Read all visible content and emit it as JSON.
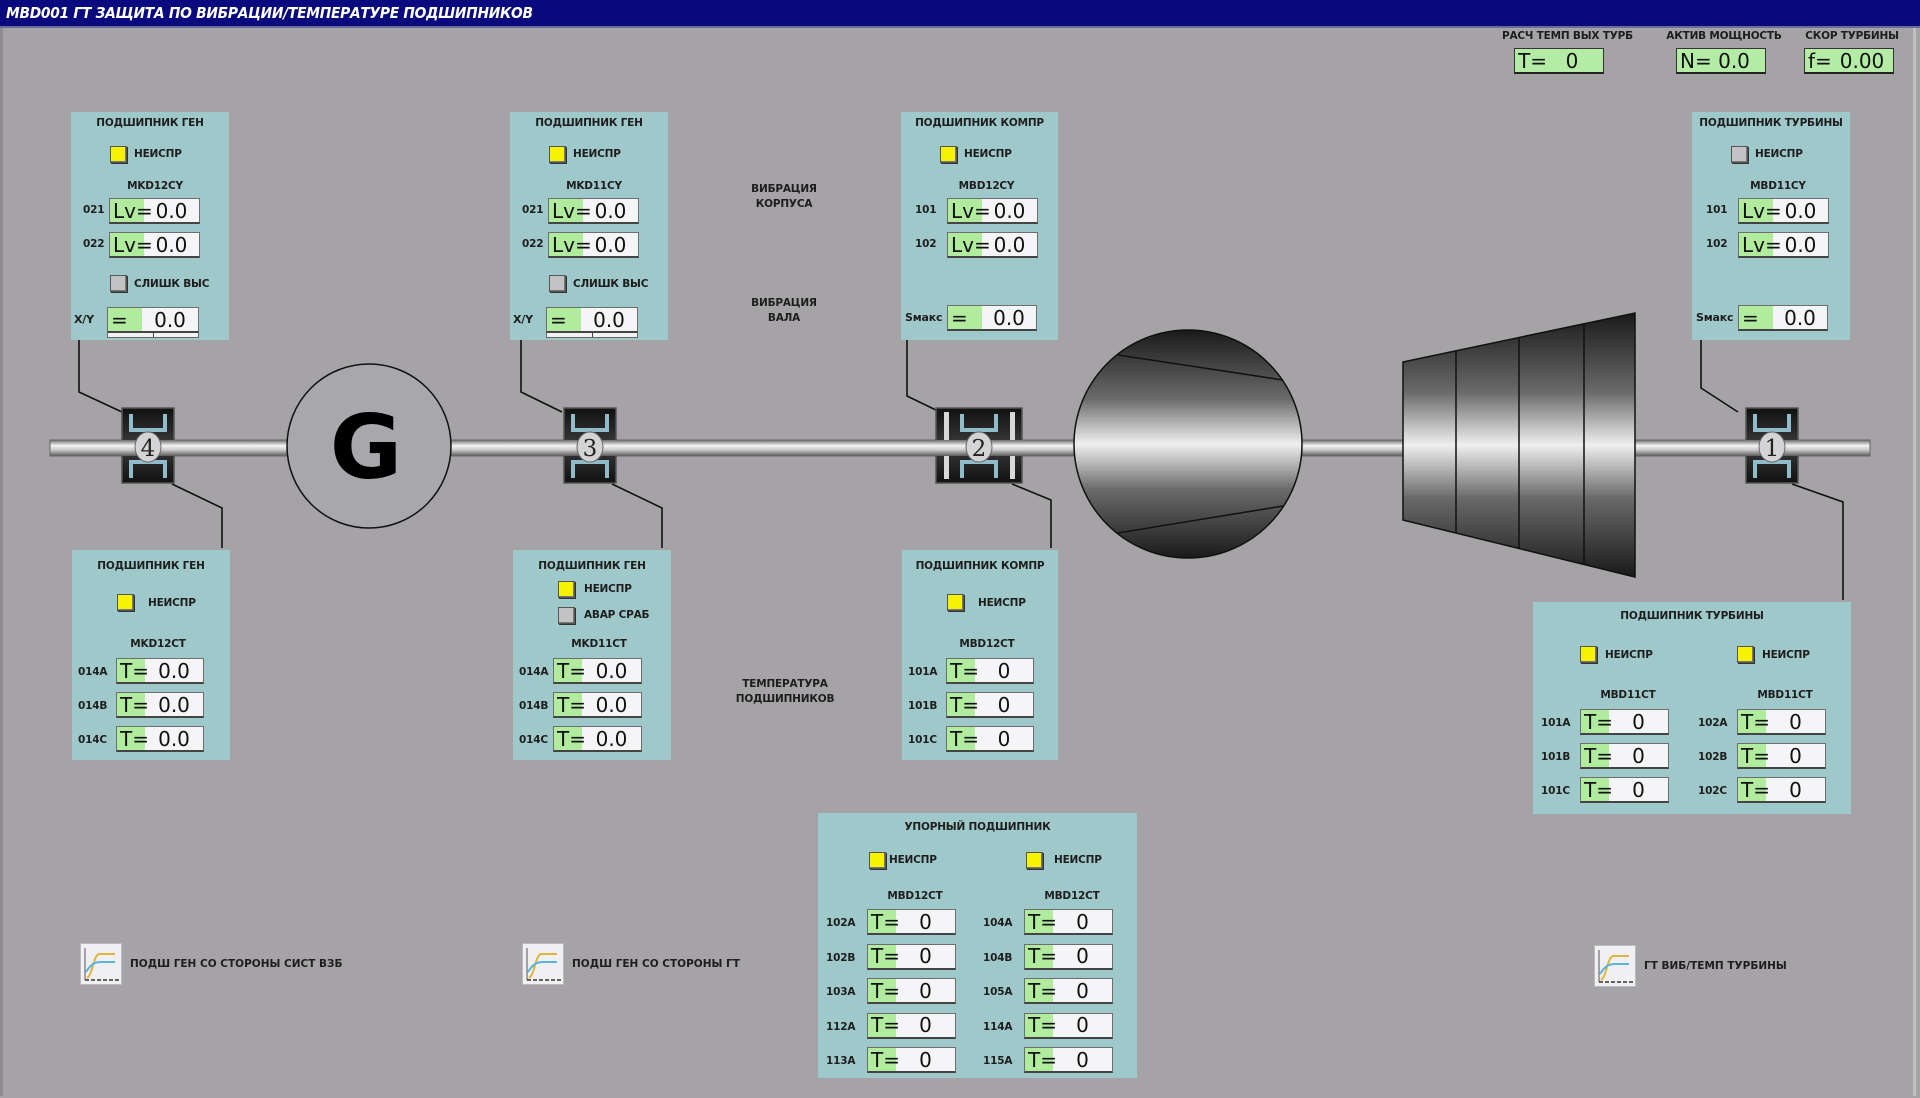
{
  "window": {
    "title": "MBD001  ГТ ЗАЩИТА ПО ВИБРАЦИИ/ТЕМПЕРАТУРЕ ПОДШИПНИКОВ"
  },
  "colors": {
    "title_bg": "#0a0a7e",
    "background": "#a5a3a6",
    "panel": "#9fc8cb",
    "fault_yellow": "#f6f300",
    "inactive_gray": "#c3c2c4",
    "value_green": "#b1ec9e"
  },
  "header_readouts": [
    {
      "label": "РАСЧ ТЕМП ВЫХ ТУРБ",
      "prefix": "T=",
      "value": "0"
    },
    {
      "label": "АКТИВ МОЩНОСТЬ",
      "prefix": "N=",
      "value": "0.0"
    },
    {
      "label": "СКОР ТУРБИНЫ",
      "prefix": "f=",
      "value": "0.00"
    }
  ],
  "section_labels": {
    "casing_vibration": [
      "ВИБРАЦИЯ",
      "КОРПУСА"
    ],
    "shaft_vibration": [
      "ВИБРАЦИЯ",
      "ВАЛА"
    ],
    "bearing_temperature": [
      "ТЕМПЕРАТУРА",
      "ПОДШИПНИКОВ"
    ]
  },
  "machine": {
    "generator_label": "G",
    "bearing_numbers": [
      "4",
      "3",
      "2",
      "1"
    ]
  },
  "vib_panels": [
    {
      "title": "ПОДШИПНИК ГЕН",
      "fault": {
        "label": "НЕИСПР",
        "state": "yellow"
      },
      "device": "MKD12CY",
      "rows": [
        {
          "tag": "021",
          "prefix": "Lv=",
          "value": "0.0"
        },
        {
          "tag": "022",
          "prefix": "Lv=",
          "value": "0.0"
        }
      ],
      "high": {
        "label": "СЛИШК ВЫС",
        "state": "gray"
      },
      "extra": {
        "tag": "X/Y",
        "prefix": "=",
        "value": "0.0"
      }
    },
    {
      "title": "ПОДШИПНИК ГЕН",
      "fault": {
        "label": "НЕИСПР",
        "state": "yellow"
      },
      "device": "MKD11CY",
      "rows": [
        {
          "tag": "021",
          "prefix": "Lv=",
          "value": "0.0"
        },
        {
          "tag": "022",
          "prefix": "Lv=",
          "value": "0.0"
        }
      ],
      "high": {
        "label": "СЛИШК ВЫС",
        "state": "gray"
      },
      "extra": {
        "tag": "X/Y",
        "prefix": "=",
        "value": "0.0"
      }
    },
    {
      "title": "ПОДШИПНИК КОМПР",
      "fault": {
        "label": "НЕИСПР",
        "state": "yellow"
      },
      "device": "MBD12CY",
      "rows": [
        {
          "tag": "101",
          "prefix": "Lv=",
          "value": "0.0"
        },
        {
          "tag": "102",
          "prefix": "Lv=",
          "value": "0.0"
        }
      ],
      "extra": {
        "tag": "Sмакс",
        "prefix": "=",
        "value": "0.0"
      }
    },
    {
      "title": "ПОДШИПНИК ТУРБИНЫ",
      "fault": {
        "label": "НЕИСПР",
        "state": "gray"
      },
      "device": "MBD11CY",
      "rows": [
        {
          "tag": "101",
          "prefix": "Lv=",
          "value": "0.0"
        },
        {
          "tag": "102",
          "prefix": "Lv=",
          "value": "0.0"
        }
      ],
      "extra": {
        "tag": "Sмакс",
        "prefix": "=",
        "value": "0.0"
      }
    }
  ],
  "temp_panels": [
    {
      "title": "ПОДШИПНИК ГЕН",
      "fault": {
        "label": "НЕИСПР",
        "state": "yellow"
      },
      "device": "MKD12CT",
      "rows": [
        {
          "tag": "014A",
          "prefix": "T=",
          "value": "0.0"
        },
        {
          "tag": "014B",
          "prefix": "T=",
          "value": "0.0"
        },
        {
          "tag": "014C",
          "prefix": "T=",
          "value": "0.0"
        }
      ]
    },
    {
      "title": "ПОДШИПНИК ГЕН",
      "fault": {
        "label": "НЕИСПР",
        "state": "yellow"
      },
      "trip": {
        "label": "АВАР СРАБ",
        "state": "gray"
      },
      "device": "MKD11CT",
      "rows": [
        {
          "tag": "014A",
          "prefix": "T=",
          "value": "0.0"
        },
        {
          "tag": "014B",
          "prefix": "T=",
          "value": "0.0"
        },
        {
          "tag": "014C",
          "prefix": "T=",
          "value": "0.0"
        }
      ]
    },
    {
      "title": "ПОДШИПНИК КОМПР",
      "fault": {
        "label": "НЕИСПР",
        "state": "yellow"
      },
      "device": "MBD12CT",
      "rows": [
        {
          "tag": "101A",
          "prefix": "T=",
          "value": "0"
        },
        {
          "tag": "101B",
          "prefix": "T=",
          "value": "0"
        },
        {
          "tag": "101C",
          "prefix": "T=",
          "value": "0"
        }
      ]
    }
  ],
  "turbine_temp_panel": {
    "title": "ПОДШИПНИК ТУРБИНЫ",
    "columns": [
      {
        "fault": {
          "label": "НЕИСПР",
          "state": "yellow"
        },
        "device": "MBD11CT",
        "rows": [
          {
            "tag": "101A",
            "prefix": "T=",
            "value": "0"
          },
          {
            "tag": "101B",
            "prefix": "T=",
            "value": "0"
          },
          {
            "tag": "101C",
            "prefix": "T=",
            "value": "0"
          }
        ]
      },
      {
        "fault": {
          "label": "НЕИСПР",
          "state": "yellow"
        },
        "device": "MBD11CT",
        "rows": [
          {
            "tag": "102A",
            "prefix": "T=",
            "value": "0"
          },
          {
            "tag": "102B",
            "prefix": "T=",
            "value": "0"
          },
          {
            "tag": "102C",
            "prefix": "T=",
            "value": "0"
          }
        ]
      }
    ]
  },
  "thrust_panel": {
    "title": "УПОРНЫЙ ПОДШИПНИК",
    "columns": [
      {
        "fault": {
          "label": "НЕИСПР",
          "state": "yellow"
        },
        "device": "MBD12CT",
        "rows": [
          {
            "tag": "102A",
            "prefix": "T=",
            "value": "0"
          },
          {
            "tag": "102B",
            "prefix": "T=",
            "value": "0"
          },
          {
            "tag": "103A",
            "prefix": "T=",
            "value": "0"
          },
          {
            "tag": "112A",
            "prefix": "T=",
            "value": "0"
          },
          {
            "tag": "113A",
            "prefix": "T=",
            "value": "0"
          }
        ]
      },
      {
        "fault": {
          "label": "НЕИСПР",
          "state": "yellow"
        },
        "device": "MBD12CT",
        "rows": [
          {
            "tag": "104A",
            "prefix": "T=",
            "value": "0"
          },
          {
            "tag": "104B",
            "prefix": "T=",
            "value": "0"
          },
          {
            "tag": "105A",
            "prefix": "T=",
            "value": "0"
          },
          {
            "tag": "114A",
            "prefix": "T=",
            "value": "0"
          },
          {
            "tag": "115A",
            "prefix": "T=",
            "value": "0"
          }
        ]
      }
    ]
  },
  "trend_links": [
    {
      "icon": "trend-chart-icon",
      "label": "ПОДШ ГЕН СО СТОРОНЫ СИСТ ВЗБ"
    },
    {
      "icon": "trend-chart-icon",
      "label": "ПОДШ ГЕН СО СТОРОНЫ ГТ"
    },
    {
      "icon": "trend-chart-icon",
      "label": "ГТ ВИБ/ТЕМП ТУРБИНЫ"
    }
  ]
}
